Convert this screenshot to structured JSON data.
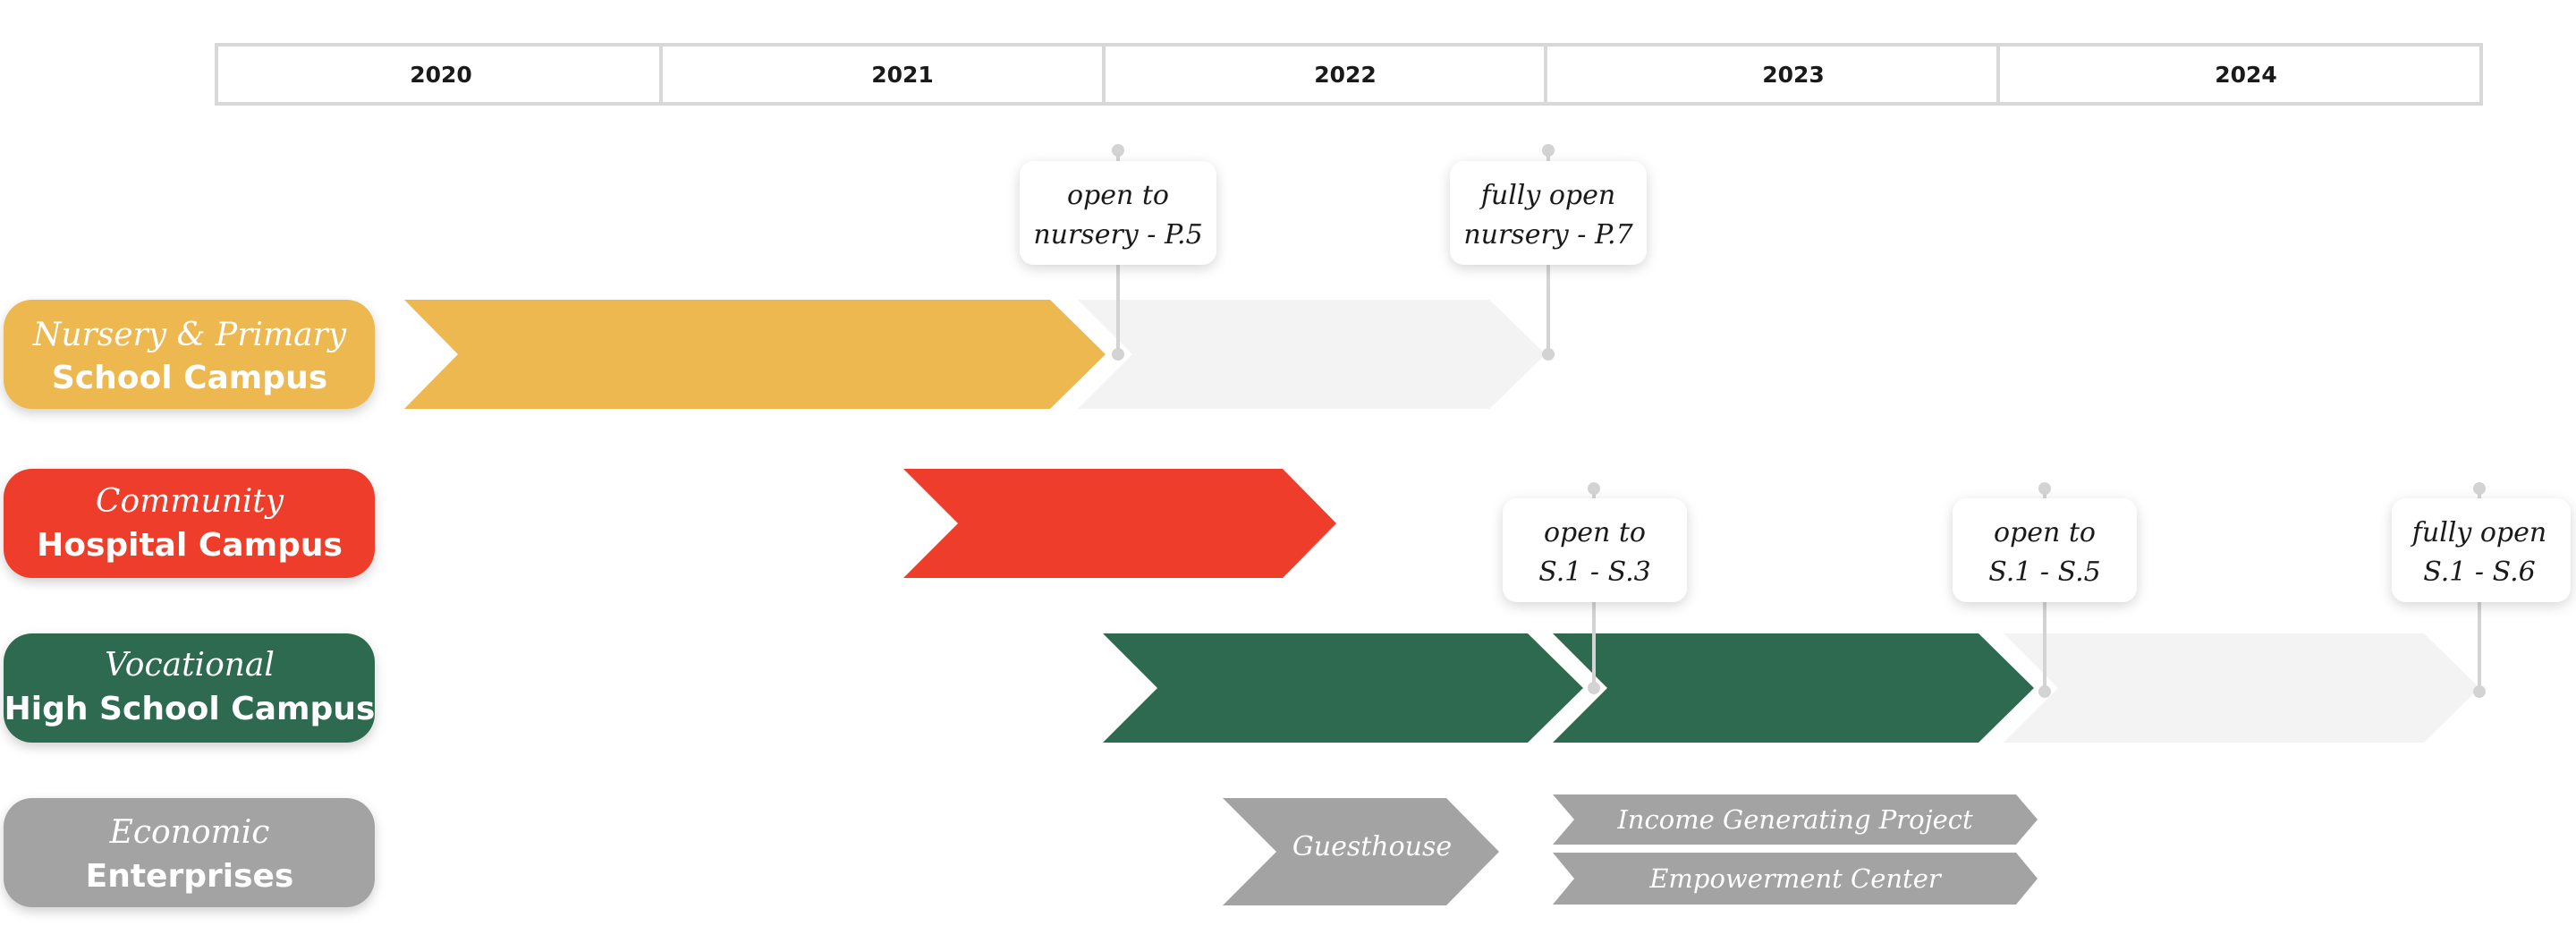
{
  "timeline": {
    "years": [
      "2020",
      "2021",
      "2022",
      "2023",
      "2024"
    ]
  },
  "colors": {
    "nursery": "#ECB84F",
    "hospital": "#EE3E2B",
    "vocational": "#2D6A4F",
    "enterprise": "#A3A3A3",
    "future": "#F3F3F3",
    "year_border": "#D8D8D8"
  },
  "rows": {
    "nursery": {
      "line1": "Nursery & Primary",
      "line2": "School Campus"
    },
    "hospital": {
      "line1": "Community",
      "line2": "Hospital Campus"
    },
    "vocational": {
      "line1": "Vocational",
      "line2": "High School Campus"
    },
    "enterprise": {
      "line1": "Economic",
      "line2": "Enterprises"
    }
  },
  "callouts": {
    "nursery_p5": {
      "line1": "open to",
      "line2": "nursery - P.5"
    },
    "nursery_p7": {
      "line1": "fully open",
      "line2": "nursery - P.7"
    },
    "vocational_s3": {
      "line1": "open to",
      "line2": "S.1 - S.3"
    },
    "vocational_s5": {
      "line1": "open to",
      "line2": "S.1 - S.5"
    },
    "vocational_s6": {
      "line1": "fully open",
      "line2": "S.1 - S.6"
    }
  },
  "enterprises": {
    "guesthouse": "Guesthouse",
    "income": "Income Generating Project",
    "empowerment": "Empowerment Center"
  }
}
